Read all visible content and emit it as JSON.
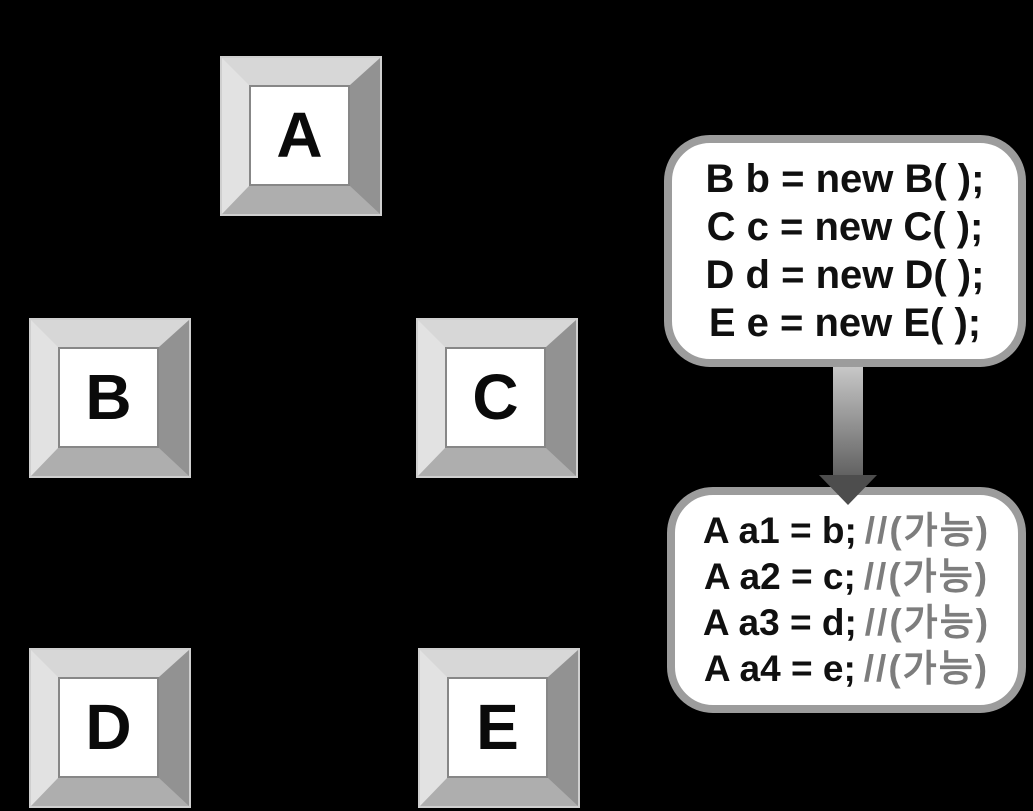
{
  "diagram": {
    "description": "Class hierarchy keypad diagram with polymorphism code callouts",
    "background_color": "#000000"
  },
  "keys": [
    {
      "label": "A"
    },
    {
      "label": "B"
    },
    {
      "label": "C"
    },
    {
      "label": "D"
    },
    {
      "label": "E"
    }
  ],
  "callout_top": {
    "lines": [
      "B b = new B( );",
      "C c = new C( );",
      "D d = new D( );",
      "E e = new E( );"
    ]
  },
  "callout_bottom": {
    "lines": [
      {
        "code": "A a1 = b;",
        "comment": "//(가능)"
      },
      {
        "code": "A a2 = c;",
        "comment": "//(가능)"
      },
      {
        "code": "A a3 = d;",
        "comment": "//(가능)"
      },
      {
        "code": "A a4 = e;",
        "comment": "//(가능)"
      }
    ]
  },
  "arrow": {
    "direction": "down"
  },
  "colors": {
    "key_face": "#ffffff",
    "key_bevel_top": "#d7d7d7",
    "key_bevel_left": "#e2e2e2",
    "key_bevel_right": "#929292",
    "key_bevel_bottom": "#aeaeae",
    "callout_border": "#9c9c9c",
    "code_text": "#101010",
    "comment_text": "#7d7d7d",
    "arrow_dark": "#4d4d4d"
  }
}
